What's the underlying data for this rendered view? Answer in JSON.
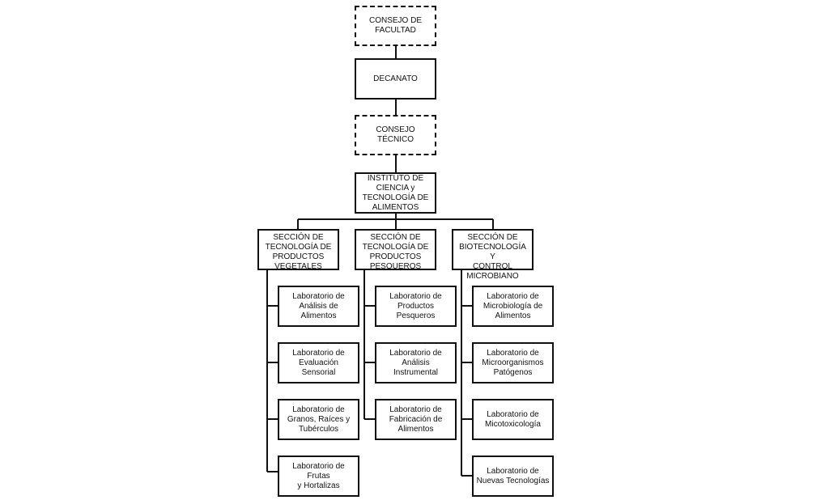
{
  "org_chart": {
    "top": {
      "consejo_facultad": "CONSEJO DE\nFACULTAD",
      "decanato": "DECANATO",
      "consejo_tecnico": "CONSEJO TÉCNICO",
      "instituto": "INSTITUTO DE\nCIENCIA y\nTECNOLOGÍA DE\nALIMENTOS"
    },
    "sections": [
      {
        "title": "SECCIÓN DE\nTECNOLOGÍA DE\nPRODUCTOS\nVEGETALES",
        "labs": [
          "Laboratorio de\nAnálisis de Alimentos",
          "Laboratorio de\nEvaluación Sensorial",
          "Laboratorio de\nGranos, Raíces y\nTubérculos",
          "Laboratorio de Frutas\ny Hortalizas"
        ]
      },
      {
        "title": "SECCIÓN DE\nTECNOLOGÍA DE\nPRODUCTOS\nPESQUEROS",
        "labs": [
          "Laboratorio de\nProductos Pesqueros",
          "Laboratorio de\nAnálisis Instrumental",
          "Laboratorio de\nFabricación de\nAlimentos"
        ]
      },
      {
        "title": "SECCIÓN DE\nBIOTECNOLOGÍA Y\nCONTROL\nMICROBIANO",
        "labs": [
          "Laboratorio de\nMicrobiología de\nAlimentos",
          "Laboratorio de\nMicroorganismos\nPatógenos",
          "Laboratorio de\nMicotoxicología",
          "Laboratorio de\nNuevas Tecnologías"
        ]
      }
    ]
  },
  "colors": {
    "line": "#111111",
    "box_fill": "#ffffff"
  }
}
